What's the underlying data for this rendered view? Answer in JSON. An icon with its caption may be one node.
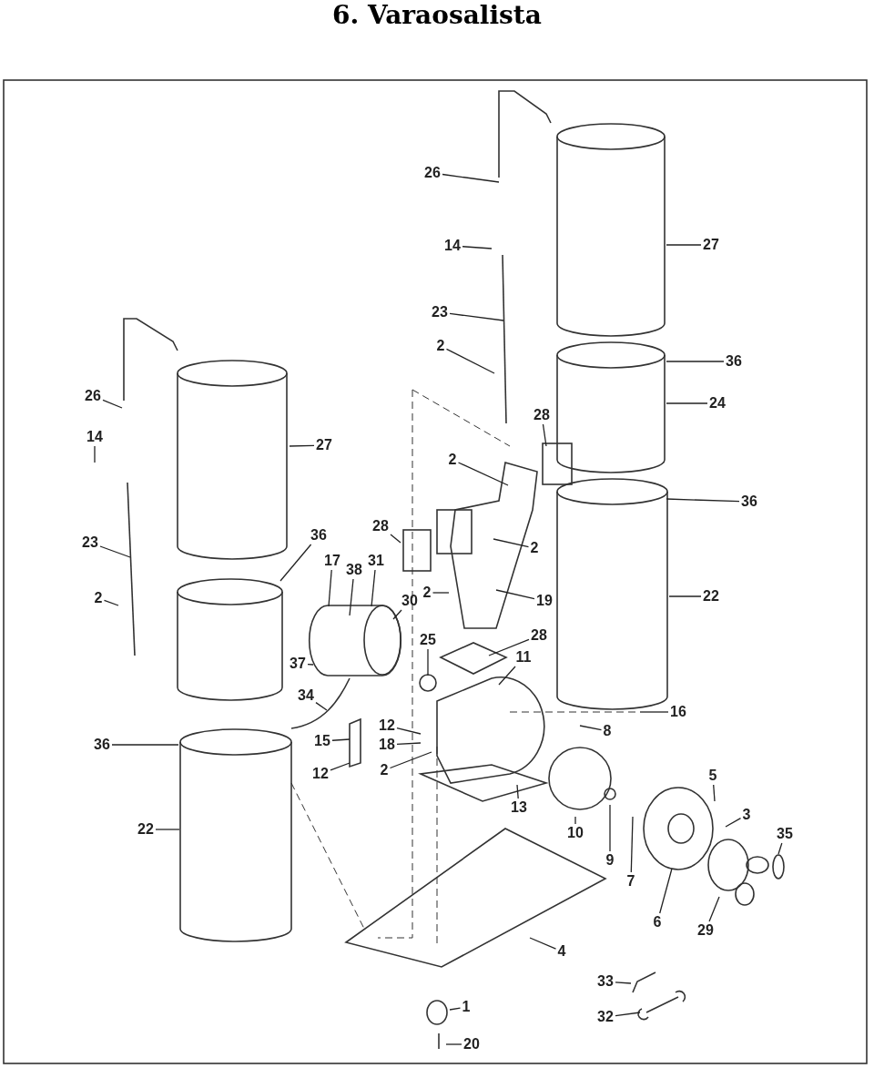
{
  "diagram": {
    "title": "6. Varaosalista",
    "nodes": [
      {
        "text": [
          "26"
        ]
      },
      {
        "text": [
          "14"
        ]
      },
      {
        "text": [
          "23"
        ]
      },
      {
        "text": [
          "2"
        ]
      },
      {
        "text": [
          "27"
        ]
      },
      {
        "text": [
          "36"
        ]
      },
      {
        "text": [
          "24"
        ]
      },
      {
        "text": [
          "28"
        ]
      },
      {
        "text": [
          "2"
        ]
      },
      {
        "text": [
          "36"
        ]
      },
      {
        "text": [
          "2"
        ]
      },
      {
        "text": [
          "22"
        ]
      },
      {
        "text": [
          "19"
        ]
      },
      {
        "text": [
          "28"
        ]
      },
      {
        "text": [
          "2"
        ]
      },
      {
        "text": [
          "26"
        ]
      },
      {
        "text": [
          "14"
        ]
      },
      {
        "text": [
          "23"
        ]
      },
      {
        "text": [
          "2"
        ]
      },
      {
        "text": [
          "27"
        ]
      },
      {
        "text": [
          "36"
        ]
      },
      {
        "text": [
          "17"
        ]
      },
      {
        "text": [
          "38"
        ]
      },
      {
        "text": [
          "31"
        ]
      },
      {
        "text": [
          "30"
        ]
      },
      {
        "text": [
          "37"
        ]
      },
      {
        "text": [
          "25"
        ]
      },
      {
        "text": [
          "28"
        ]
      },
      {
        "text": [
          "11"
        ]
      },
      {
        "text": [
          "34"
        ]
      },
      {
        "text": [
          "16"
        ]
      },
      {
        "text": [
          "12"
        ]
      },
      {
        "text": [
          "8"
        ]
      },
      {
        "text": [
          "15"
        ]
      },
      {
        "text": [
          "18"
        ]
      },
      {
        "text": [
          "12"
        ]
      },
      {
        "text": [
          "2"
        ]
      },
      {
        "text": [
          "36"
        ]
      },
      {
        "text": [
          "5"
        ]
      },
      {
        "text": [
          "13"
        ]
      },
      {
        "text": [
          "3"
        ]
      },
      {
        "text": [
          "35"
        ]
      },
      {
        "text": [
          "10"
        ]
      },
      {
        "text": [
          "22"
        ]
      },
      {
        "text": [
          "9"
        ]
      },
      {
        "text": [
          "7"
        ]
      },
      {
        "text": [
          "6"
        ]
      },
      {
        "text": [
          "29"
        ]
      },
      {
        "text": [
          "4"
        ]
      },
      {
        "text": [
          "33"
        ]
      },
      {
        "text": [
          "1"
        ]
      },
      {
        "text": [
          "32"
        ]
      },
      {
        "text": [
          "20"
        ]
      }
    ],
    "edges": [
      {
        "from": 0,
        "to": null,
        "arrow": "none"
      },
      {
        "from": 1,
        "to": null,
        "arrow": "none"
      },
      {
        "from": 2,
        "to": null,
        "arrow": "none"
      },
      {
        "from": 3,
        "to": null,
        "arrow": "none"
      },
      {
        "from": 4,
        "to": null,
        "arrow": "none"
      },
      {
        "from": 5,
        "to": null,
        "arrow": "none"
      },
      {
        "from": 6,
        "to": null,
        "arrow": "none"
      },
      {
        "from": 7,
        "to": null,
        "arrow": "none"
      },
      {
        "from": 8,
        "to": null,
        "arrow": "none"
      },
      {
        "from": 9,
        "to": null,
        "arrow": "none"
      },
      {
        "from": 10,
        "to": null,
        "arrow": "none"
      },
      {
        "from": 11,
        "to": null,
        "arrow": "none"
      },
      {
        "from": 12,
        "to": null,
        "arrow": "none"
      },
      {
        "from": 13,
        "to": null,
        "arrow": "none"
      },
      {
        "from": 14,
        "to": null,
        "arrow": "none"
      },
      {
        "from": 15,
        "to": null,
        "arrow": "none"
      },
      {
        "from": 16,
        "to": null,
        "arrow": "none"
      },
      {
        "from": 17,
        "to": null,
        "arrow": "none"
      },
      {
        "from": 18,
        "to": null,
        "arrow": "none"
      },
      {
        "from": 19,
        "to": null,
        "arrow": "none"
      },
      {
        "from": 20,
        "to": null,
        "arrow": "none"
      },
      {
        "from": 21,
        "to": null,
        "arrow": "none"
      },
      {
        "from": 22,
        "to": null,
        "arrow": "none"
      },
      {
        "from": 23,
        "to": null,
        "arrow": "none"
      },
      {
        "from": 24,
        "to": null,
        "arrow": "none"
      },
      {
        "from": 25,
        "to": null,
        "arrow": "none"
      },
      {
        "from": 26,
        "to": null,
        "arrow": "none"
      },
      {
        "from": 27,
        "to": null,
        "arrow": "none"
      },
      {
        "from": 28,
        "to": null,
        "arrow": "none"
      },
      {
        "from": 29,
        "to": null,
        "arrow": "none"
      },
      {
        "from": 30,
        "to": null,
        "arrow": "none"
      },
      {
        "from": 31,
        "to": null,
        "arrow": "none"
      },
      {
        "from": 32,
        "to": null,
        "arrow": "none"
      },
      {
        "from": 33,
        "to": null,
        "arrow": "none"
      },
      {
        "from": 34,
        "to": null,
        "arrow": "none"
      },
      {
        "from": 35,
        "to": null,
        "arrow": "none"
      },
      {
        "from": 36,
        "to": null,
        "arrow": "none"
      },
      {
        "from": 37,
        "to": null,
        "arrow": "none"
      },
      {
        "from": 38,
        "to": null,
        "arrow": "none"
      },
      {
        "from": 39,
        "to": null,
        "arrow": "none"
      },
      {
        "from": 40,
        "to": null,
        "arrow": "none"
      },
      {
        "from": 41,
        "to": null,
        "arrow": "none"
      },
      {
        "from": 42,
        "to": null,
        "arrow": "none"
      },
      {
        "from": 43,
        "to": null,
        "arrow": "none"
      },
      {
        "from": 44,
        "to": null,
        "arrow": "none"
      },
      {
        "from": 45,
        "to": null,
        "arrow": "none"
      },
      {
        "from": 46,
        "to": null,
        "arrow": "none"
      },
      {
        "from": 47,
        "to": null,
        "arrow": "none"
      },
      {
        "from": 48,
        "to": null,
        "arrow": "none"
      },
      {
        "from": 49,
        "to": null,
        "arrow": "none"
      },
      {
        "from": 50,
        "to": null,
        "arrow": "none"
      },
      {
        "from": 51,
        "to": null,
        "arrow": "none"
      },
      {
        "from": 52,
        "to": null,
        "arrow": "none"
      }
    ]
  }
}
